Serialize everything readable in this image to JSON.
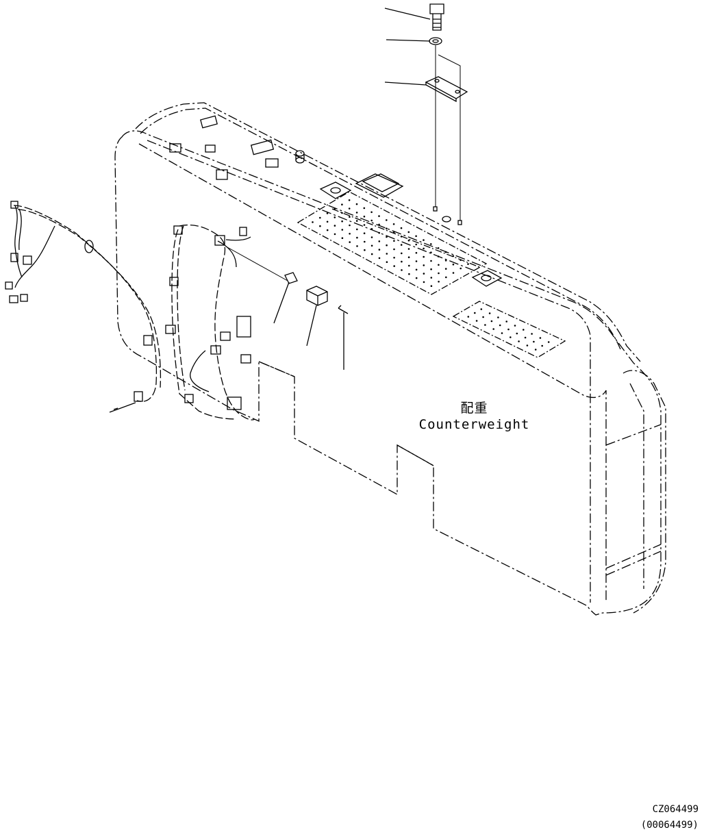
{
  "label": {
    "jp": "配重",
    "en": "Counterweight"
  },
  "drawing_code": "CZ064499",
  "drawing_ref": "(00064499)"
}
